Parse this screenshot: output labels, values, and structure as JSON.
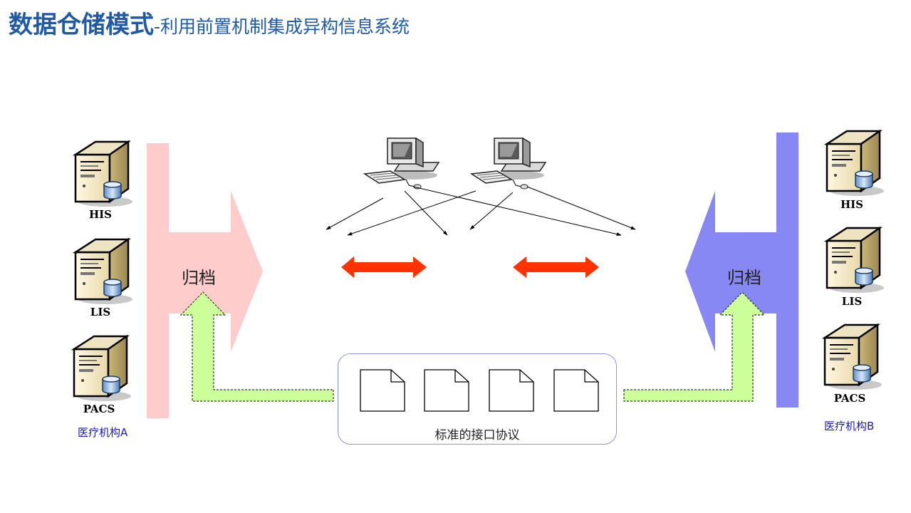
{
  "title": {
    "main": "数据仓储模式",
    "sub": "-利用前置机制集成异构信息系统"
  },
  "left_org": {
    "name": "医疗机构A",
    "servers": [
      "HIS",
      "LIS",
      "PACS"
    ],
    "archive_label": "归档",
    "bar_color": "#ffcccc"
  },
  "right_org": {
    "name": "医疗机构B",
    "servers": [
      "HIS",
      "LIS",
      "PACS"
    ],
    "archive_label": "归档",
    "bar_color": "#8888f5"
  },
  "protocol": {
    "label": "标准的接口协议",
    "document_count": 4
  },
  "colors": {
    "title": "#1f5aa6",
    "exchange_arrow": "#ff3300",
    "flow_arrow": "#ccff99"
  }
}
